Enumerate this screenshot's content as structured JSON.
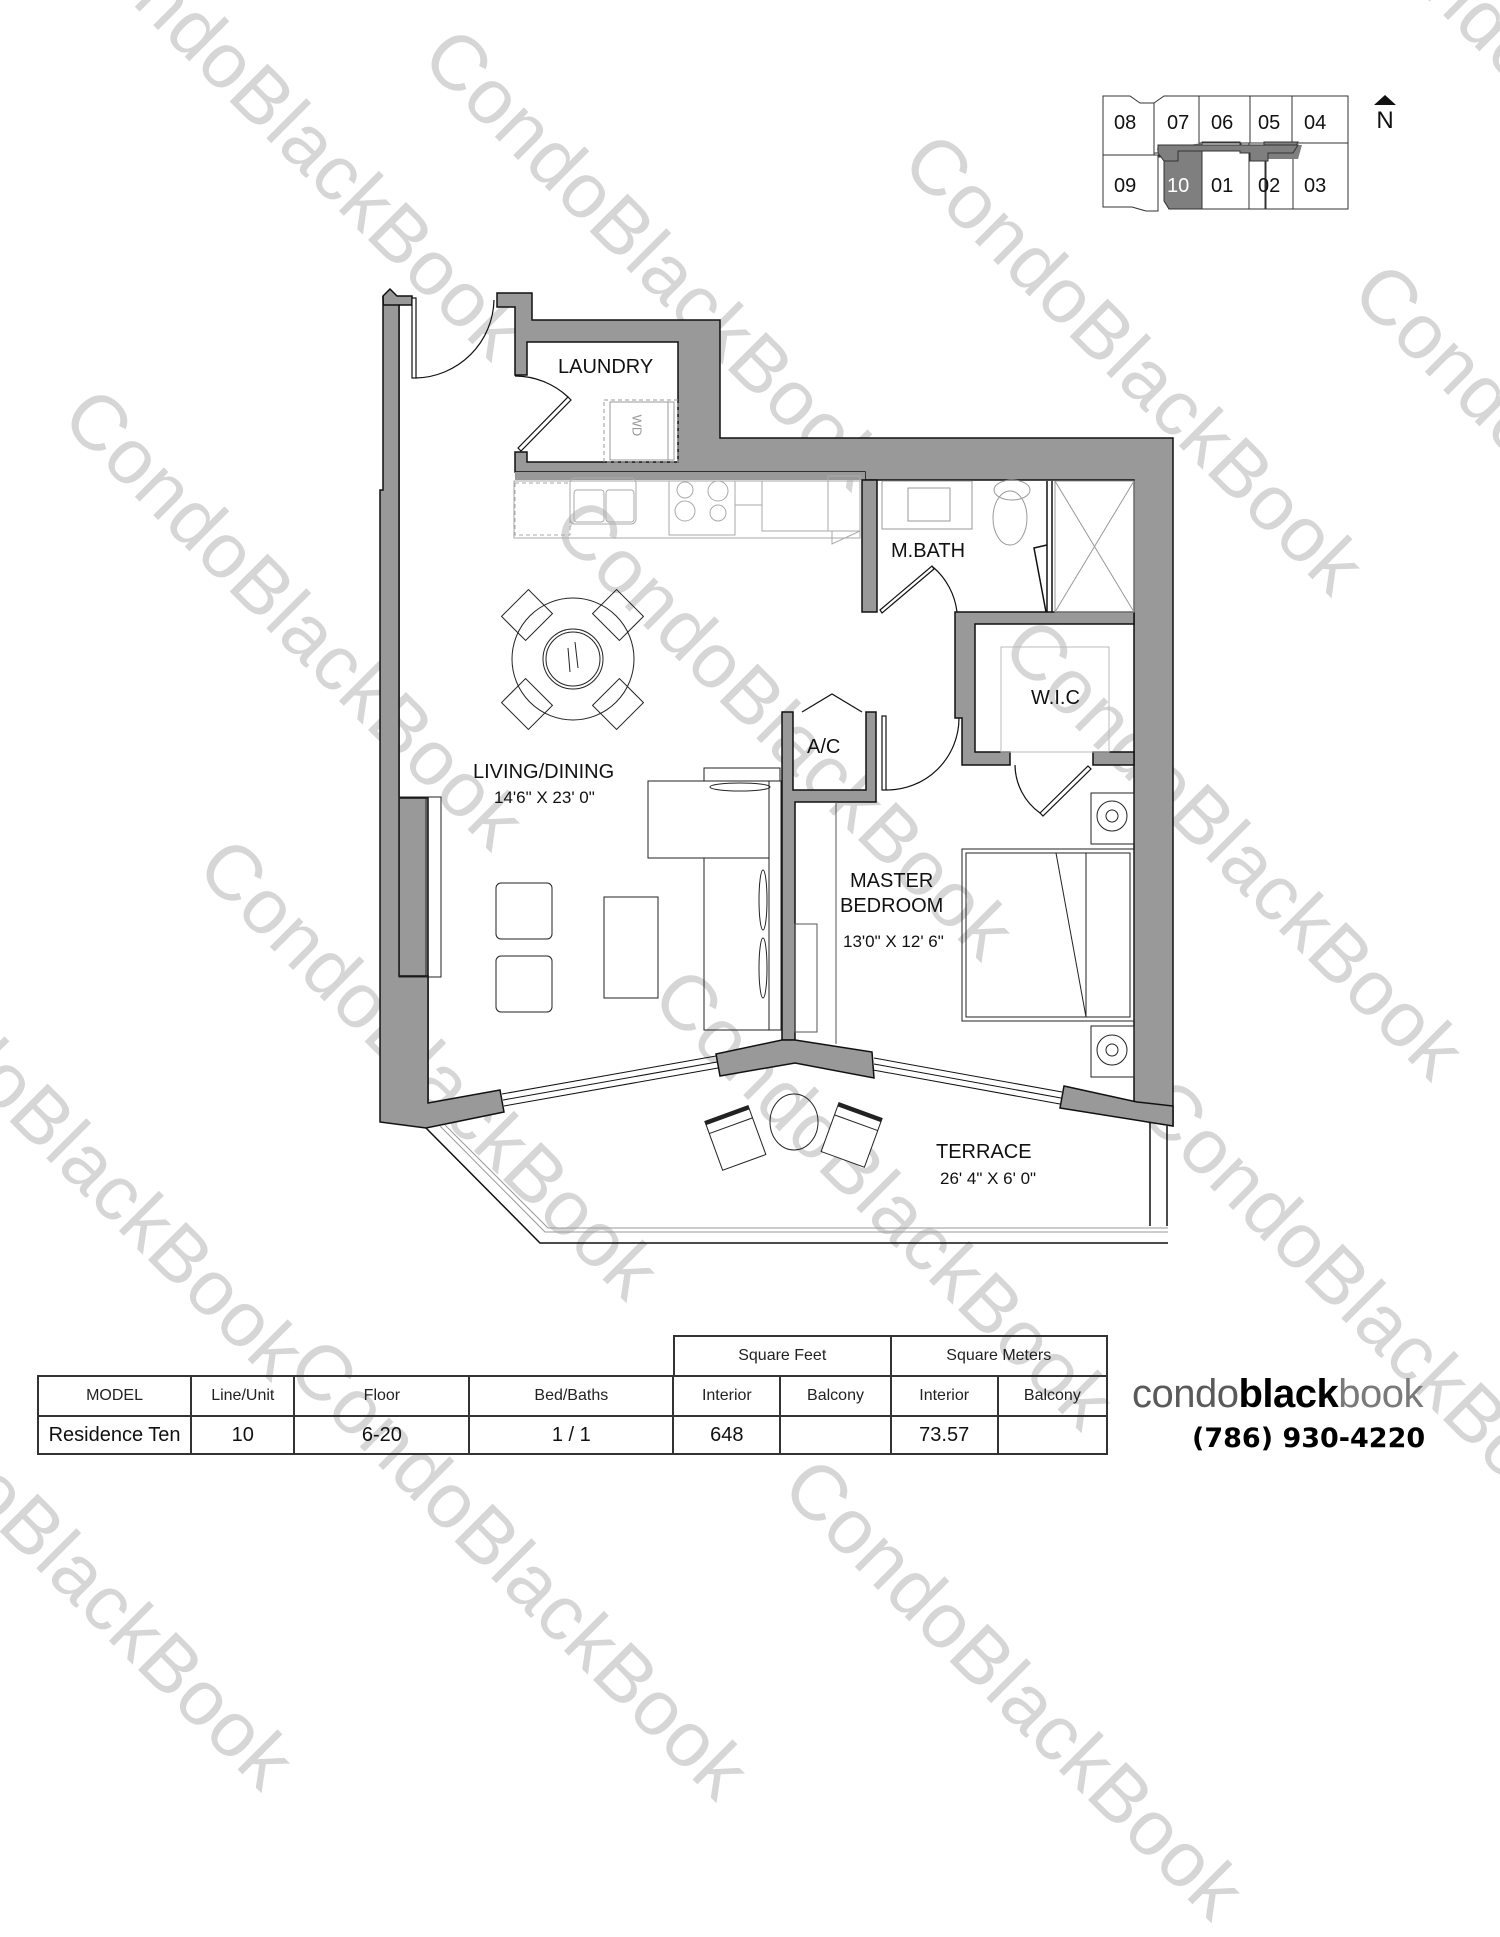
{
  "keyplan": {
    "units_top": [
      "08",
      "07",
      "06",
      "05",
      "04"
    ],
    "units_bottom": [
      "09",
      "10",
      "01",
      "02",
      "03"
    ],
    "selected_unit": "10",
    "highlight_color": "#7f7f7f",
    "north_label": "N"
  },
  "rooms": {
    "laundry": {
      "label": "LAUNDRY"
    },
    "washer_dryer": {
      "label": "WD"
    },
    "master_bath": {
      "label": "M.BATH"
    },
    "wic": {
      "label": "W.I.C"
    },
    "ac": {
      "label": "A/C"
    },
    "living": {
      "label": "LIVING/DINING",
      "dimensions": "14'6\" X 23' 0\""
    },
    "master_bedroom": {
      "label_line1": "MASTER",
      "label_line2": "BEDROOM",
      "dimensions": "13'0\" X 12' 6\""
    },
    "terrace": {
      "label": "TERRACE",
      "dimensions": "26' 4\" X 6' 0\""
    }
  },
  "colors": {
    "wall_fill": "#999999",
    "wall_stroke": "#111111",
    "watermark": "#d6d6d6"
  },
  "watermark_text": "CondoBlackBook",
  "spec_table": {
    "group_headers": {
      "square_feet": "Square Feet",
      "square_meters": "Square Meters"
    },
    "headers": [
      "MODEL",
      "Line/Unit",
      "Floor",
      "Bed/Baths",
      "Interior",
      "Balcony",
      "Interior",
      "Balcony"
    ],
    "row": {
      "model": "Residence Ten",
      "line_unit": "10",
      "floor": "6-20",
      "bed_baths": "1 / 1",
      "sqft_interior": "648",
      "sqft_balcony": "",
      "sqm_interior": "73.57",
      "sqm_balcony": ""
    }
  },
  "brand": {
    "part1": "condo",
    "part2": "black",
    "part3": "book",
    "phone": "(786) 930-4220"
  }
}
